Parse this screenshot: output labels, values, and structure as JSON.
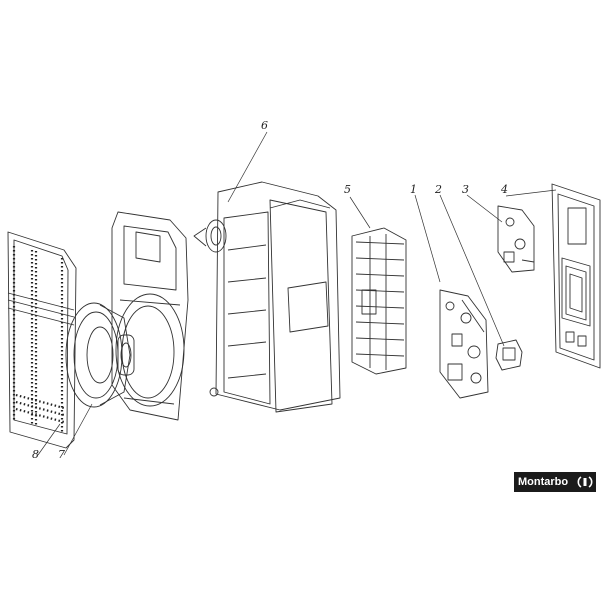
{
  "labels": {
    "n1": "1",
    "n2": "2",
    "n3": "3",
    "n4": "4",
    "n5": "5",
    "n6": "6",
    "n7": "7",
    "n8": "8"
  },
  "brand": {
    "name": "Montarbo"
  }
}
